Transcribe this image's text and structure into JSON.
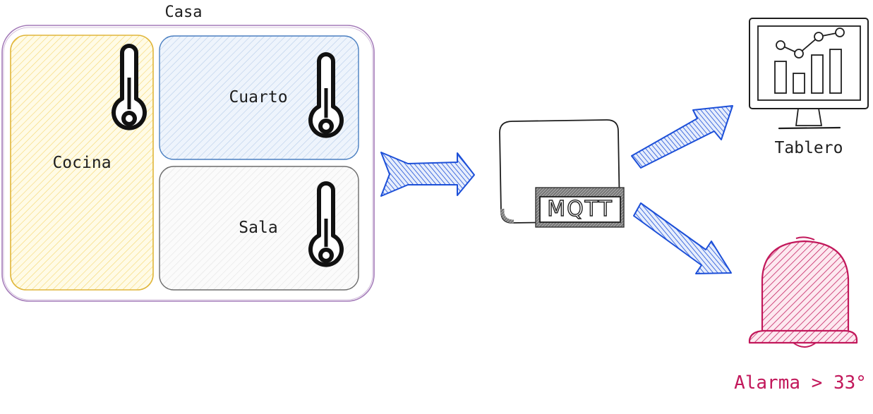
{
  "house": {
    "label": "Casa"
  },
  "rooms": [
    {
      "id": "cocina",
      "label": "Cocina",
      "fill": "#ffec99",
      "stroke": "#e0b63a"
    },
    {
      "id": "cuarto",
      "label": "Cuarto",
      "fill": "#a5c8f0",
      "stroke": "#4a7fc1"
    },
    {
      "id": "sala",
      "label": "Sala",
      "fill": "#e9ecef",
      "stroke": "#6c6c6c"
    }
  ],
  "broker": {
    "label": "MQTT"
  },
  "outputs": {
    "dashboard": {
      "label": "Tablero"
    },
    "alarm": {
      "label": "Alarma > 33°"
    }
  },
  "colors": {
    "house_stroke": "#a37ab8",
    "arrow": "#1c4fd8",
    "alarm": "#c2185b",
    "ink": "#1e1e1e"
  },
  "icons": [
    "thermometer-icon",
    "arrow-right-icon",
    "server-box-icon",
    "monitor-chart-icon",
    "bell-icon"
  ]
}
